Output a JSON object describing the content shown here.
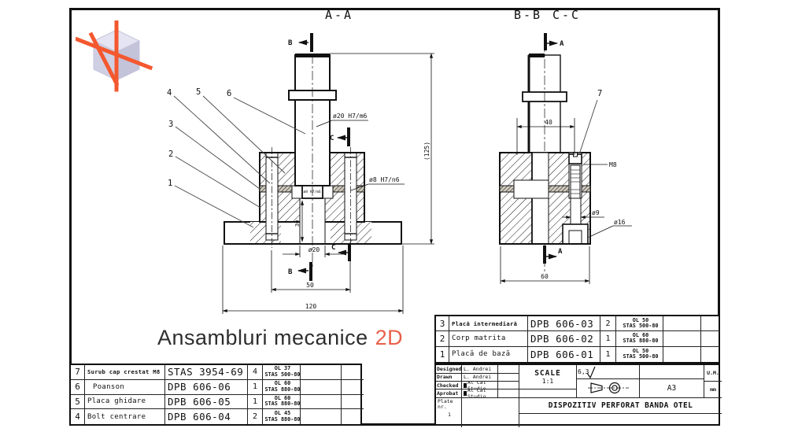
{
  "colors": {
    "accent": "#e8604a",
    "logo_orange": "#f4582f",
    "logo_cube_light": "#e4e4f2",
    "logo_cube_mid": "#cfcfe4",
    "logo_cube_dark": "#c3c3da",
    "line": "#111111"
  },
  "title": {
    "main": "Ansambluri mecanice",
    "accent": "2D"
  },
  "views": {
    "aa_label": "A-A",
    "bb_label": "B-B",
    "cc_label": "C-C"
  },
  "ann": {
    "marker_a": "A",
    "marker_b": "B",
    "marker_c": "C",
    "callout_1": "1",
    "callout_2": "2",
    "callout_3": "3",
    "callout_4": "4",
    "callout_5": "5",
    "callout_6": "6",
    "callout_7": "7",
    "dim_shaft_fit": "ø20 H7/m6",
    "dim_bolt_fit": "ø8 H7/n6",
    "dim_tip_fit": "ø8 H7/m6",
    "dim_hole_d20": "ø20",
    "dim_depth_30": "30",
    "dim_span_50": "50",
    "dim_span_120": "120",
    "dim_height_125": "(125)",
    "dim_span_40": "40",
    "dim_thread_m8": "M8",
    "dim_hole_d9": "ø9",
    "dim_hole_d16": "ø16",
    "dim_span_60": "60"
  },
  "parts_right": {
    "rows": [
      {
        "pos": "3",
        "name": "Placă intermediară",
        "code": "DPB 606-03",
        "qty": "2",
        "material": "OL 50",
        "standard": "STAS 500-80"
      },
      {
        "pos": "2",
        "name": "Corp matrita",
        "code": "DPB 606-02",
        "qty": "1",
        "material": "OL 60",
        "standard": "STAS 880-80"
      },
      {
        "pos": "1",
        "name": "Placă de bază",
        "code": "DPB 606-01",
        "qty": "1",
        "material": "OL 50",
        "standard": "STAS 500-80"
      }
    ]
  },
  "parts_left": {
    "rows": [
      {
        "pos": "7",
        "name": "Surub cap crestat M8",
        "code": "STAS 3954-69",
        "qty": "4",
        "material": "OL 37",
        "standard": "STAS 500-80"
      },
      {
        "pos": "6",
        "name": "Poanson",
        "code": "DPB 606-06",
        "qty": "1",
        "material": "OL 60",
        "standard": "STAS 880-80"
      },
      {
        "pos": "5",
        "name": "Placa ghidare",
        "code": "DPB 606-05",
        "qty": "1",
        "material": "OL 60",
        "standard": "STAS 880-80"
      },
      {
        "pos": "4",
        "name": "Bolt centrare",
        "code": "DPB 606-04",
        "qty": "2",
        "material": "OL 45",
        "standard": "STAS 880-80"
      }
    ]
  },
  "title_block": {
    "designed_label": "Designed",
    "designed_value": "L. Andrei",
    "drawn_label": "Drawn",
    "drawn_value": "L. Andrei",
    "checked_label": "Checked",
    "checked_value": "Al Cat Studio",
    "approved_label": "Aprobat",
    "approved_value": "Al Cat Studio",
    "plate_label": "Plate nr.",
    "plate_value": "1",
    "scale_label": "SCALE",
    "scale_value": "1:1",
    "roughness": "6,3",
    "format": "A3",
    "um_label": "U.M.",
    "um_value": "mm",
    "drawing_title": "DISPOZITIV PERFORAT BANDA OTEL"
  }
}
